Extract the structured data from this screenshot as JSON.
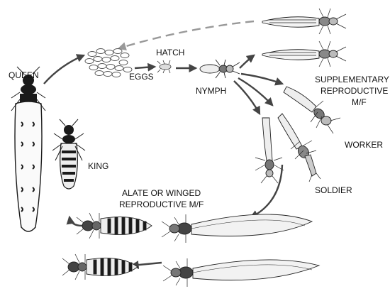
{
  "labels": {
    "queen": "QUEEN",
    "king": "KING",
    "eggs": "EGGS",
    "hatch": "HATCH",
    "nymph": "NYMPH",
    "supplementary_1": "SUPPLEMENTARY",
    "supplementary_2": "REPRODUCTIVE",
    "supplementary_3": "M/F",
    "worker": "WORKER",
    "soldier": "SOLDIER",
    "alate_1": "ALATE OR WINGED",
    "alate_2": "REPRODUCTIVE M/F"
  },
  "colors": {
    "ink": "#1a1a1a",
    "arrow": "#444444",
    "dashed_arrow": "#999999",
    "wing": "#f2f2f2"
  }
}
